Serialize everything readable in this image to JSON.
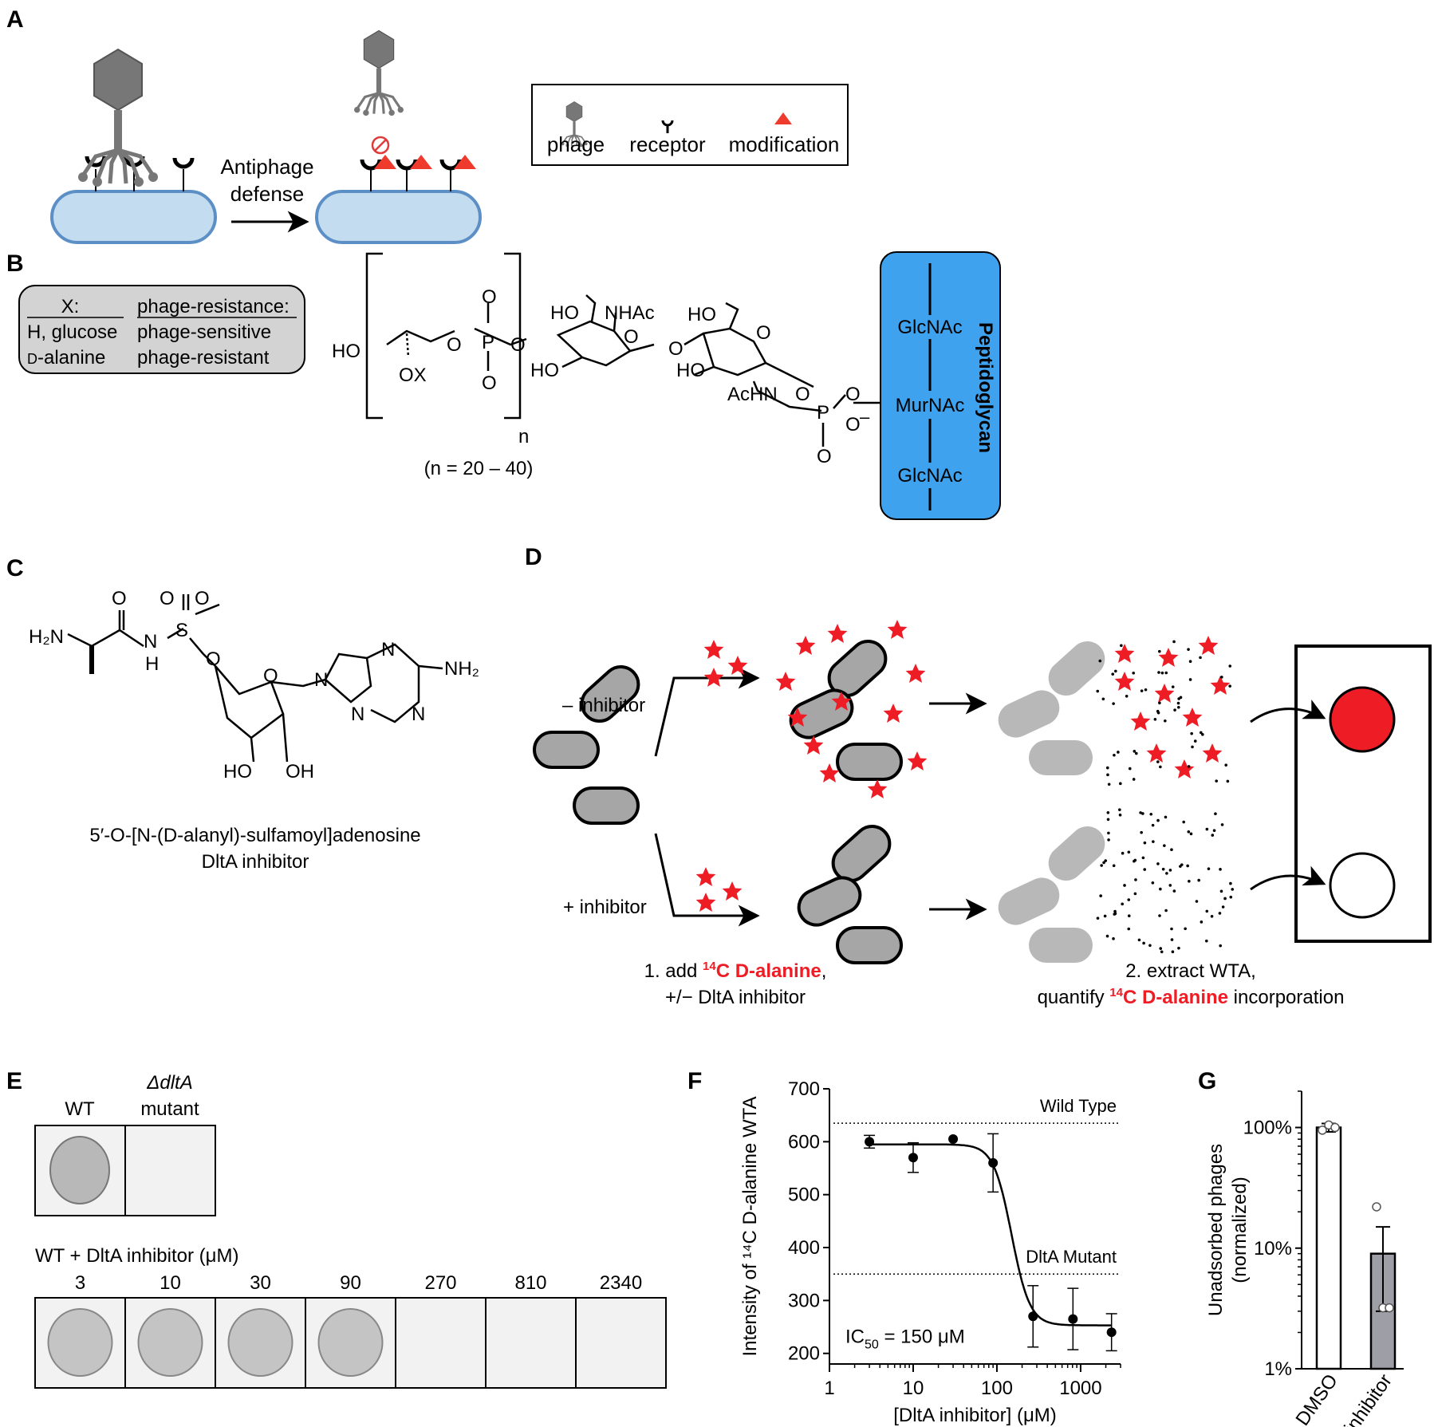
{
  "panel_labels": [
    "A",
    "B",
    "C",
    "D",
    "E",
    "F",
    "G"
  ],
  "panel_a": {
    "arrow_label_1": "Antiphage",
    "arrow_label_2": "defense",
    "legend": {
      "phage": "phage",
      "receptor": "receptor",
      "modification": "modification"
    },
    "colors": {
      "cell_fill": "#c4dcf0",
      "cell_stroke": "#5b8fc5",
      "phage": "#777777",
      "modification": "#ee3b2e"
    }
  },
  "panel_b": {
    "table_header_x": "X:",
    "table_header_res": "phage-resistance:",
    "rows": [
      {
        "x": "H, glucose",
        "res": "phage-sensitive"
      },
      {
        "x": "D-alanine",
        "res": "phage-resistant",
        "x_smallcap": "D",
        "x_rest": "-alanine"
      }
    ],
    "atoms": {
      "ho_left": "HO",
      "ox": "OX",
      "p": "P",
      "o": "O",
      "nhac": "NHAc",
      "ho": "HO",
      "achn": "AcHN",
      "minus": "–"
    },
    "repeat_n": "n",
    "repeat_range": "(n = 20 – 40)",
    "peptidoglycan": {
      "title": "Peptidoglycan",
      "glcnac_top": "GlcNAc",
      "murnac": "MurNAc",
      "glcnac_bottom": "GlcNAc",
      "color": "#3fa2ee"
    }
  },
  "panel_c": {
    "atoms": {
      "h2n": "H₂N",
      "o": "O",
      "s": "S",
      "n": "N",
      "h": "H",
      "nh2": "NH₂",
      "ho": "HO",
      "oh": "OH"
    },
    "caption_line1": "5′-O-[N-(D-alanyl)-sulfamoyl]adenosine",
    "caption_line2": "DltA inhibitor"
  },
  "panel_d": {
    "minus_label": "– inhibitor",
    "plus_label": "+ inhibitor",
    "step1_line1_a": "1. add ",
    "step1_line1_b": "14",
    "step1_line1_c": "C D-alanine",
    "step1_line1_d": ",",
    "step1_line2": "+/− DltA inhibitor",
    "step2_line1": "2. extract WTA,",
    "step2_line2_a": "quantify ",
    "step2_line2_b": "14",
    "step2_line2_c": "C D-alanine",
    "step2_line2_d": " incorporation",
    "colors": {
      "cell": "#a6a6a6",
      "star": "#ee1c25"
    }
  },
  "panel_e": {
    "wt": "WT",
    "mutant_line1": "ΔdltA",
    "mutant_line2": "mutant",
    "row_label": "WT + DltA inhibitor (μM)",
    "concentrations": [
      "3",
      "10",
      "30",
      "90",
      "270",
      "810",
      "2340"
    ],
    "plaque_visible": [
      true,
      true,
      true,
      true,
      false,
      false,
      false
    ]
  },
  "chart_data": [
    {
      "type": "scatter",
      "panel": "F",
      "xlabel": "[DltA inhibitor] (μM)",
      "ylabel": "Intensity of ¹⁴C D-alanine WTA",
      "x_scale": "log",
      "xlim": [
        1,
        3000
      ],
      "ylim": [
        180,
        700
      ],
      "x_ticks": [
        "1",
        "10",
        "100",
        "1000"
      ],
      "y_ticks": [
        "200",
        "300",
        "400",
        "500",
        "600",
        "700"
      ],
      "points": [
        {
          "x": 3,
          "y": 600,
          "err": 12
        },
        {
          "x": 10,
          "y": 570,
          "err": 28
        },
        {
          "x": 30,
          "y": 605,
          "err": 0
        },
        {
          "x": 90,
          "y": 560,
          "err": 55
        },
        {
          "x": 270,
          "y": 270,
          "err": 58
        },
        {
          "x": 810,
          "y": 265,
          "err": 58
        },
        {
          "x": 2340,
          "y": 240,
          "err": 35
        }
      ],
      "fit": {
        "top": 595,
        "bottom": 253,
        "ic50": 150,
        "hill": 4
      },
      "reference_lines": [
        {
          "label": "Wild Type",
          "y": 635
        },
        {
          "label": "DltA Mutant",
          "y": 350
        }
      ],
      "annotation_a": "IC",
      "annotation_sub": "50",
      "annotation_b": " = 150 μM"
    },
    {
      "type": "bar",
      "panel": "G",
      "ylabel_line1": "Unadsorbed phages",
      "ylabel_line2": "(normalized)",
      "y_scale": "log",
      "ylim": [
        1,
        200
      ],
      "y_ticks": [
        "100%",
        "10%",
        "1%"
      ],
      "categories": [
        "DMSO",
        "DltA inhibitor"
      ],
      "values": [
        100,
        9
      ],
      "errors": [
        [
          92,
          108
        ],
        [
          3,
          15
        ]
      ],
      "replicates": [
        [
          95,
          105,
          100
        ],
        [
          22,
          3.2,
          3.2
        ]
      ],
      "bar_colors": [
        "#ffffff",
        "#9e9ea6"
      ]
    }
  ]
}
